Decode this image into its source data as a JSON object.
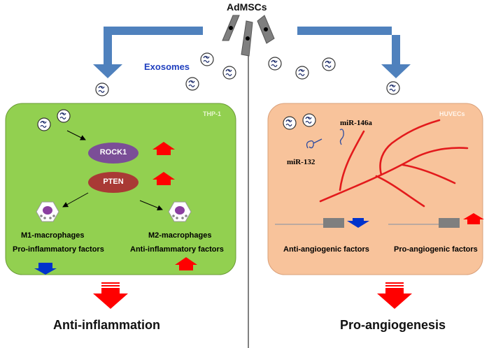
{
  "source_label": "AdMSCs",
  "exosomes_label": "Exosomes",
  "left_panel": {
    "cell_label": "THP-1",
    "rock1_label": "ROCK1",
    "pten_label": "PTEN",
    "m1_label": "M1-macrophages",
    "m2_label": "M2-macrophages",
    "pro_factors_label": "Pro-inflammatory factors",
    "anti_factors_label": "Anti-inflammatory factors",
    "outcome_label": "Anti-inflammation"
  },
  "right_panel": {
    "cell_label": "HUVECs",
    "mir146a_label": "miR-146a",
    "mir132_label": "miR-132",
    "anti_factors_label": "Anti-angiogenic factors",
    "pro_factors_label": "Pro-angiogenic factors",
    "outcome_label": "Pro-angiogenesis"
  },
  "colors": {
    "left_panel_fill": "#92d050",
    "right_panel_fill": "#f8c39b",
    "flow_arrow": "#4f81bd",
    "up_arrow": "#ff0000",
    "down_arrow": "#0033cc",
    "rock1_fill": "#7b4e97",
    "pten_fill": "#a93a35",
    "vessel": "#e31a1c",
    "exosomes_text": "#1f3fbf"
  }
}
